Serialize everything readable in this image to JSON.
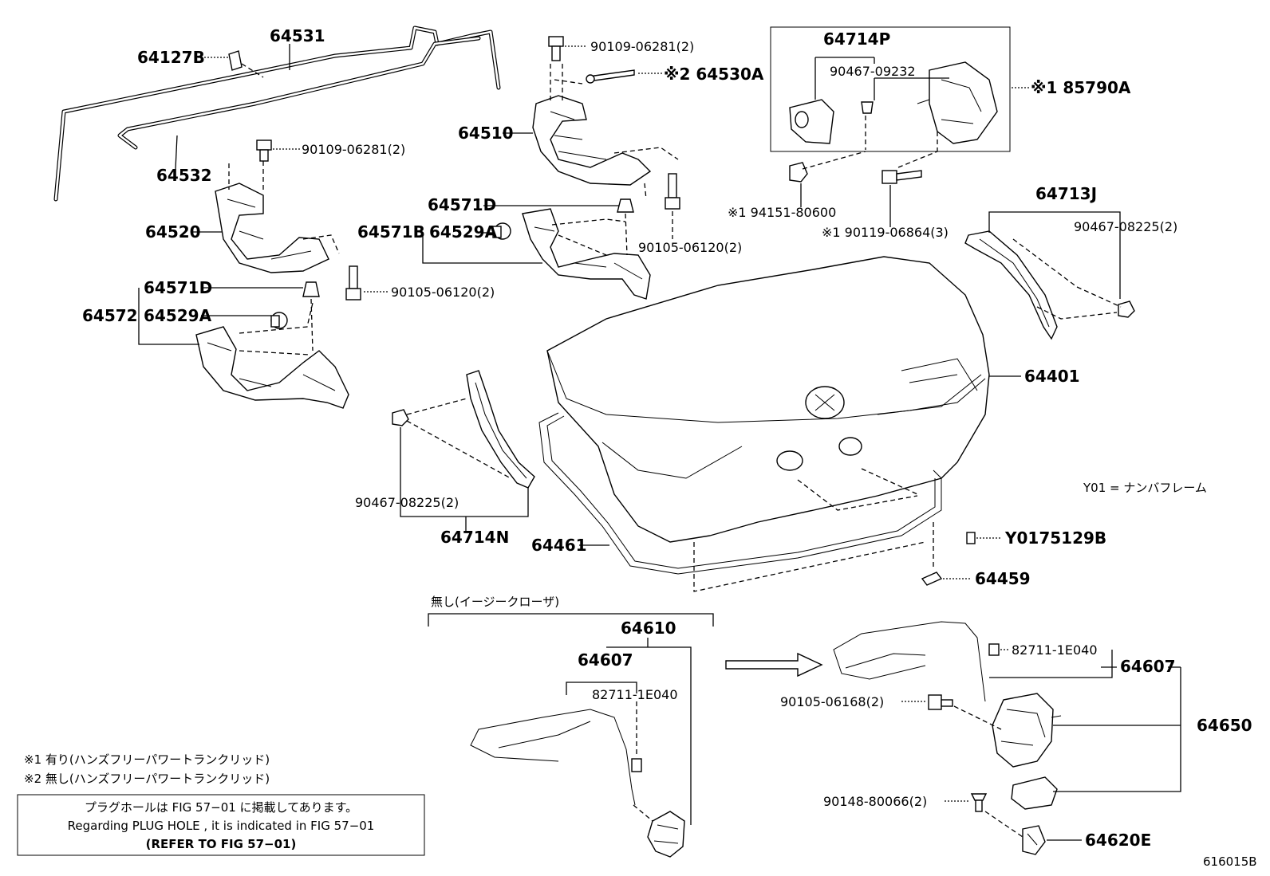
{
  "figure_id": "616015B",
  "notes": {
    "note1": "※1 有り(ハンズフリーパワートランクリッド)",
    "note2": "※2 無し(ハンズフリーパワートランクリッド)",
    "box_line1": "プラグホールは FIG 57−01 に掲載してあります。",
    "box_line2": "Regarding  PLUG  HOLE , it is indicated in FIG  57−01",
    "box_line3": "(REFER TO FIG 57−01)",
    "y01_legend": "Y01 = ナンバフレーム",
    "easy_closer": "無し(イージークローザ)"
  },
  "labels": {
    "p64531": "64531",
    "p64127B": "64127B",
    "p64532": "64532",
    "p90109a": "90109-06281(2)",
    "p64530A": "※2 64530A",
    "p64510": "64510",
    "p90109b": "90109-06281(2)",
    "p64520": "64520",
    "p64571D_a": "64571D",
    "p64571B": "64571B",
    "p64529A_a": "64529A",
    "p90105a": "90105-06120(2)",
    "p64571D_b": "64571D",
    "p64572": "64572",
    "p64529A_b": "64529A",
    "p90105b": "90105-06120(2)",
    "p64714P": "64714P",
    "p90467_09232": "90467-09232",
    "p85790A": "※1 85790A",
    "p194151": "※1 94151-80600",
    "p190119": "※1 90119-06864(3)",
    "p64713J": "64713J",
    "p90467_a": "90467-08225(2)",
    "p64401": "64401",
    "p90467_b": "90467-08225(2)",
    "p64714N": "64714N",
    "p64461": "64461",
    "pY0175129B": "Y0175129B",
    "p64459": "64459",
    "p64610": "64610",
    "p64607_a": "64607",
    "p82711_a": "82711-1E040",
    "p82711_b": "82711-1E040",
    "p64607_b": "64607",
    "p90105_06168": "90105-06168(2)",
    "p64650": "64650",
    "p90148": "90148-80066(2)",
    "p64620E": "64620E"
  }
}
